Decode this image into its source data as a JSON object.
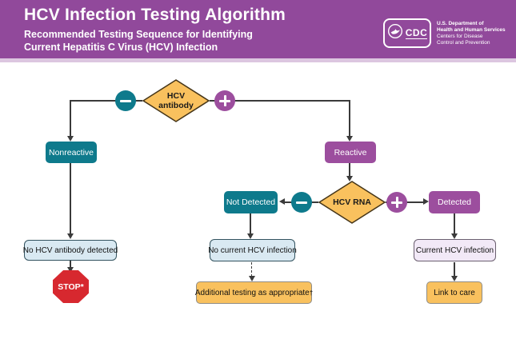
{
  "header": {
    "title": "HCV Infection Testing Algorithm",
    "subtitle_line1": "Recommended Testing Sequence for Identifying",
    "subtitle_line2": "Current Hepatitis C Virus (HCV) Infection",
    "logo": {
      "cdc_text": "CDC",
      "dept_line1": "U.S. Department of",
      "dept_line2": "Health and Human Services",
      "dept_line3": "Centers for Disease",
      "dept_line4": "Control and Prevention"
    }
  },
  "flowchart": {
    "nodes": {
      "hcv_antibody": {
        "line1": "HCV",
        "line2": "antibody"
      },
      "nonreactive": {
        "label": "Nonreactive"
      },
      "reactive": {
        "label": "Reactive"
      },
      "hcv_rna": {
        "label": "HCV RNA"
      },
      "not_detected": {
        "label": "Not Detected"
      },
      "detected": {
        "label": "Detected"
      },
      "no_hcv_antibody": {
        "label": "No HCV antibody detected"
      },
      "stop": {
        "label": "STOP*"
      },
      "no_current_infection": {
        "label": "No current HCV infection"
      },
      "additional_testing": {
        "label": "Additional testing as appropriate",
        "sup": "†"
      },
      "current_infection": {
        "label": "Current HCV infection"
      },
      "link_to_care": {
        "label": "Link to care"
      }
    },
    "icons": {
      "minus": "minus-icon",
      "plus": "plus-icon"
    }
  },
  "colors": {
    "header_purple": "#91499B",
    "teal": "#0E7A8C",
    "node_purple": "#9C4E9E",
    "diamond_yellow": "#F9C15E",
    "orange_box": "#F9C15E",
    "light_blue_box": "#D9E9F2",
    "lavender_box": "#F2E9F7",
    "stop_red": "#D7282F",
    "line": "#3a3a3a"
  }
}
